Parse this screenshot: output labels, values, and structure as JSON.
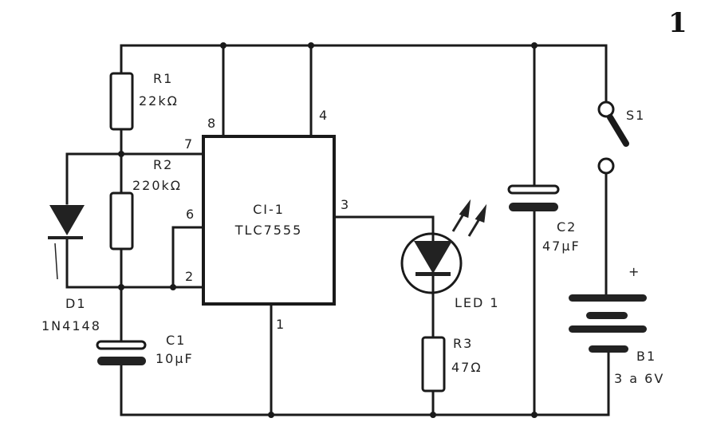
{
  "figure_number": "1",
  "ic": {
    "ref": "CI-1",
    "part": "TLC7555",
    "pins": {
      "p8": "8",
      "p4": "4",
      "p7": "7",
      "p6": "6",
      "p2": "2",
      "p3": "3",
      "p1": "1"
    }
  },
  "r1": {
    "ref": "R1",
    "value": "22kΩ"
  },
  "r2": {
    "ref": "R2",
    "value": "220kΩ"
  },
  "r3": {
    "ref": "R3",
    "value": "47Ω"
  },
  "d1": {
    "ref": "D1",
    "part": "1N4148"
  },
  "c1": {
    "ref": "C1",
    "value": "10µF"
  },
  "c2": {
    "ref": "C2",
    "value": "47µF"
  },
  "led": {
    "ref": "LED 1"
  },
  "s1": {
    "ref": "S1"
  },
  "b1": {
    "ref": "B1",
    "value": "3 a 6V",
    "polarity": "+"
  }
}
